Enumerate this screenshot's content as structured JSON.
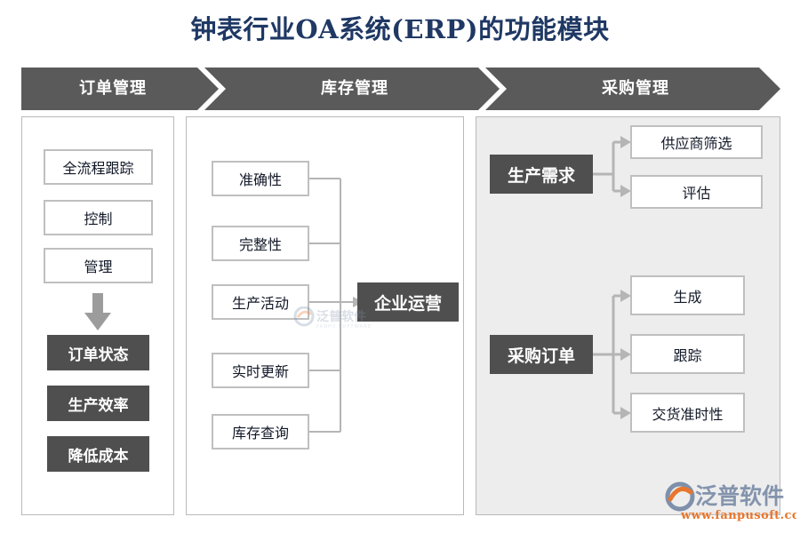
{
  "page": {
    "title": "钟表行业OA系统(ERP)的功能模块",
    "title_color": "#1f3864",
    "background": "#ffffff"
  },
  "banner": {
    "fill_color": "#5a5a5a",
    "text_color": "#ffffff",
    "segments": [
      {
        "label": "订单管理",
        "name": "banner-order-management"
      },
      {
        "label": "库存管理",
        "name": "banner-stock-management"
      },
      {
        "label": "采购管理",
        "name": "banner-procurement-management"
      }
    ]
  },
  "columns": {
    "order": {
      "panel_background": "#ffffff",
      "panel_border": "#b9b9b9",
      "light_nodes": [
        {
          "label": "全流程跟踪"
        },
        {
          "label": "控制"
        },
        {
          "label": "管理"
        }
      ],
      "arrow_icon": "down-arrow-icon",
      "arrow_color": "#9c9c9c",
      "dark_nodes": [
        {
          "label": "订单状态"
        },
        {
          "label": "生产效率"
        },
        {
          "label": "降低成本"
        }
      ]
    },
    "stock": {
      "panel_background": "#ffffff",
      "panel_border": "#b9b9b9",
      "inputs": [
        {
          "label": "准确性"
        },
        {
          "label": "完整性"
        },
        {
          "label": "生产活动"
        },
        {
          "label": "实时更新"
        },
        {
          "label": "库存查询"
        }
      ],
      "target": {
        "label": "企业运营",
        "fill": "#4f4f4f",
        "text_color": "#ffffff"
      }
    },
    "procure": {
      "panel_background": "#ededed",
      "panel_border": "#b9b9b9",
      "groups": [
        {
          "source": {
            "label": "生产需求",
            "fill": "#4f4f4f",
            "text_color": "#ffffff"
          },
          "targets": [
            {
              "label": "供应商筛选"
            },
            {
              "label": "评估"
            }
          ]
        },
        {
          "source": {
            "label": "采购订单",
            "fill": "#4f4f4f",
            "text_color": "#ffffff"
          },
          "targets": [
            {
              "label": "生成"
            },
            {
              "label": "跟踪"
            },
            {
              "label": "交货准时性"
            }
          ]
        }
      ]
    }
  },
  "branding": {
    "logo_mark": "fanpu-swoosh-icon",
    "logo_text": "泛普软件",
    "logo_url": "www.fanpusoft.com",
    "logo_text_color": "#8494ad",
    "logo_url_color": "#e8762c",
    "watermark_text": "泛普软件",
    "watermark_sub": "FANPU SOFTWARE"
  },
  "colors": {
    "node_dark": "#4f4f4f",
    "node_light_border": "#bfbfbf",
    "connector": "#b5b5b5",
    "banner": "#5a5a5a"
  }
}
